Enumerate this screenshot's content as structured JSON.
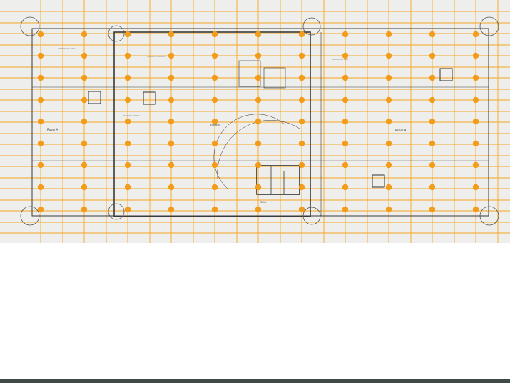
{
  "drawing": {
    "kind": "floor-plan",
    "grid_color": "#f5a623",
    "node_color": "#f39c1a",
    "line_color": "#3a3a3a",
    "paper_color": "#eeeeec",
    "room_labels": [
      "Room A",
      "Room B"
    ],
    "markers": [
      "Entrance",
      "Toilet"
    ]
  },
  "footer": {
    "bar_color": "#3f4a44"
  }
}
